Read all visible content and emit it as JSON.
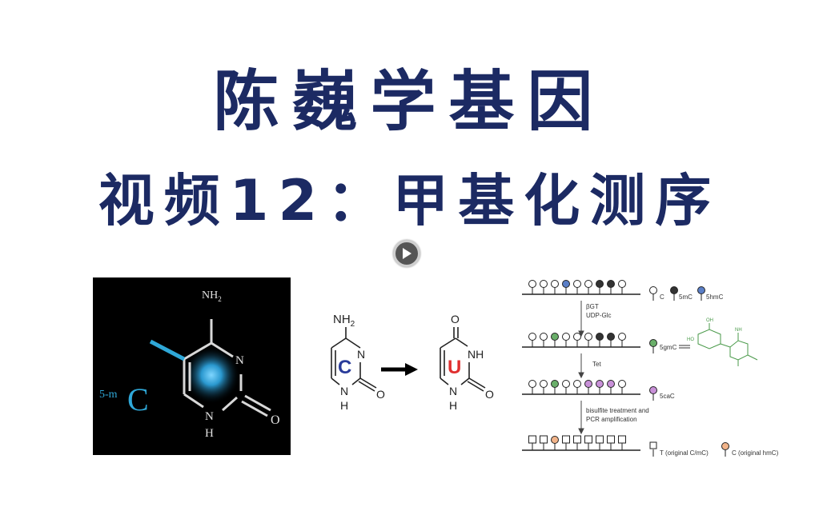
{
  "header": {
    "title": "陈巍学基因",
    "subtitle": "视频12：甲基化测序"
  },
  "left_figure": {
    "nh2_top": "NH",
    "nh2_sub": "2",
    "n_right": "N",
    "nh_bottom": "N",
    "h_bottom": "H",
    "o_right": "O",
    "mc_prefix": "5-m",
    "mc_letter": "C"
  },
  "middle_figure": {
    "nh2": "NH",
    "nh2_sub": "2",
    "c_letter": "C",
    "n_label": "N",
    "nh_label": "N",
    "h_label": "H",
    "o_label": "O",
    "u_letter": "U",
    "o_top": "O",
    "nh_right": "NH",
    "nh_bottom2": "N",
    "h_bottom2": "H",
    "o_right2": "O"
  },
  "right_figure": {
    "legend_c": "C",
    "legend_5mc": "5mC",
    "legend_5hmc": "5hmC",
    "step1_line1": "βGT",
    "step1_line2": "UDP-Glc",
    "legend_5gmc": "5gmC",
    "step2": "Tet",
    "legend_5cac": "5caC",
    "step3_line1": "bisulfite treatment and",
    "step3_line2": "PCR amplification",
    "legend_t": "T (original C/mC)",
    "legend_c_hmc": "C (original hmC)",
    "sugar_oh": "OH",
    "sugar_ho": "HO",
    "sugar_nh2": "NH",
    "colors": {
      "open": "#ffffff",
      "black": "#333333",
      "blue": "#5b7fc7",
      "green": "#6aaf6a",
      "purple": "#c890d8",
      "orange": "#f2b48a"
    }
  },
  "colors": {
    "title": "#1c2a63",
    "c_letter": "#2a3c9a",
    "u_letter": "#e03030",
    "cyan": "#2fa8d8"
  }
}
